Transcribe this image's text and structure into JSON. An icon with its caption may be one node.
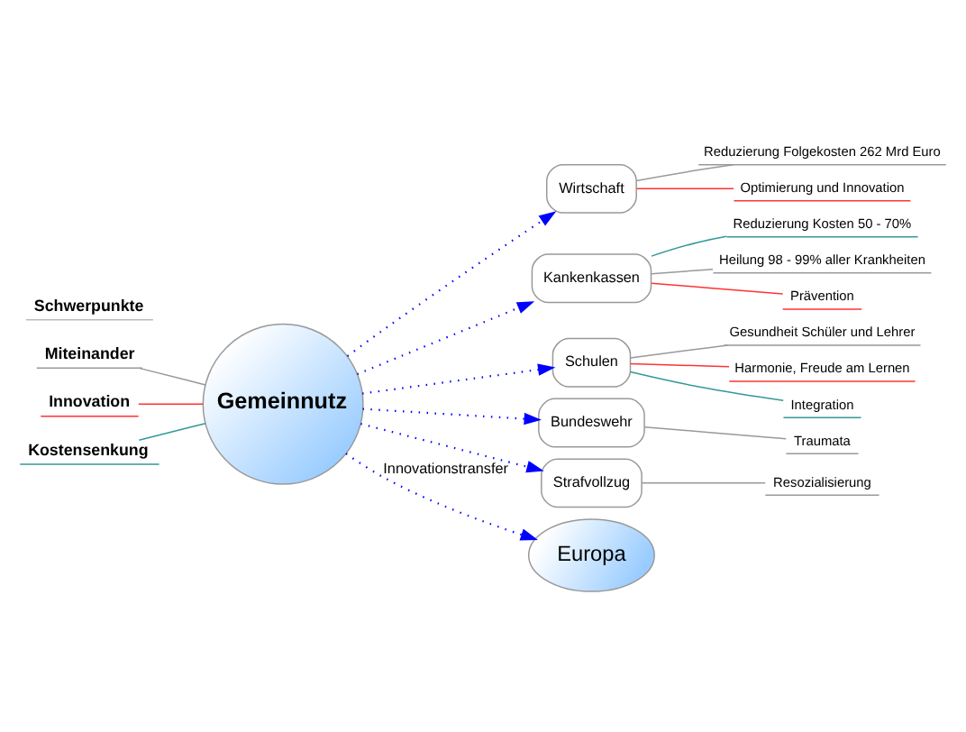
{
  "diagram": {
    "nodes": [
      {
        "text": [
          "Gemeinnutz"
        ]
      },
      {
        "text": [
          "Wirtschaft"
        ]
      },
      {
        "text": [
          "Reduzierung Folgekosten 262 Mrd Euro"
        ]
      },
      {
        "text": [
          "Optimierung und Innovation"
        ]
      },
      {
        "text": [
          "Kankenkassen"
        ]
      },
      {
        "text": [
          "Reduzierung Kosten 50 - 70%"
        ]
      },
      {
        "text": [
          "Heilung 98 - 99% aller Krankheiten"
        ]
      },
      {
        "text": [
          "Prävention"
        ]
      },
      {
        "text": [
          "Schulen"
        ]
      },
      {
        "text": [
          "Gesundheit Schüler und Lehrer"
        ]
      },
      {
        "text": [
          "Harmonie, Freude am Lernen"
        ]
      },
      {
        "text": [
          "Integration"
        ]
      },
      {
        "text": [
          "Bundeswehr"
        ]
      },
      {
        "text": [
          "Traumata"
        ]
      },
      {
        "text": [
          "Strafvollzug"
        ]
      },
      {
        "text": [
          "Resozialisierung"
        ]
      },
      {
        "text": [
          "Europa"
        ]
      },
      {
        "text": [
          "Schwerpunkte"
        ]
      },
      {
        "text": [
          "Miteinander"
        ]
      },
      {
        "text": [
          "Innovation"
        ]
      },
      {
        "text": [
          "Kostensenkung"
        ]
      }
    ],
    "edges": [
      {
        "from": 0,
        "to": 1,
        "arrow": "to",
        "style": "dashed",
        "color": "#0000ff"
      },
      {
        "from": 1,
        "to": 2,
        "arrow": "none",
        "color": "#999999"
      },
      {
        "from": 1,
        "to": 3,
        "arrow": "none",
        "color": "#ff3333"
      },
      {
        "from": 0,
        "to": 4,
        "arrow": "to",
        "style": "dashed",
        "color": "#0000ff"
      },
      {
        "from": 4,
        "to": 5,
        "arrow": "none",
        "color": "#339999"
      },
      {
        "from": 4,
        "to": 6,
        "arrow": "none",
        "color": "#999999"
      },
      {
        "from": 4,
        "to": 7,
        "arrow": "none",
        "color": "#ff3333"
      },
      {
        "from": 0,
        "to": 8,
        "arrow": "to",
        "style": "dashed",
        "color": "#0000ff"
      },
      {
        "from": 8,
        "to": 9,
        "arrow": "none",
        "color": "#999999"
      },
      {
        "from": 8,
        "to": 10,
        "arrow": "none",
        "color": "#ff3333"
      },
      {
        "from": 8,
        "to": 11,
        "arrow": "none",
        "color": "#339999"
      },
      {
        "from": 0,
        "to": 12,
        "arrow": "to",
        "style": "dashed",
        "color": "#0000ff"
      },
      {
        "from": 12,
        "to": 13,
        "arrow": "none",
        "color": "#999999"
      },
      {
        "from": 0,
        "to": 14,
        "arrow": "to",
        "style": "dashed",
        "color": "#0000ff"
      },
      {
        "from": 14,
        "to": 15,
        "arrow": "none",
        "color": "#999999"
      },
      {
        "from": 0,
        "to": 16,
        "arrow": "to",
        "style": "dashed",
        "color": "#0000ff",
        "label": "Innovationstransfer"
      },
      {
        "from": 18,
        "to": 0,
        "arrow": "none",
        "color": "#999999"
      },
      {
        "from": 19,
        "to": 0,
        "arrow": "none",
        "color": "#ff3333"
      },
      {
        "from": 20,
        "to": 0,
        "arrow": "none",
        "color": "#339999"
      }
    ]
  }
}
